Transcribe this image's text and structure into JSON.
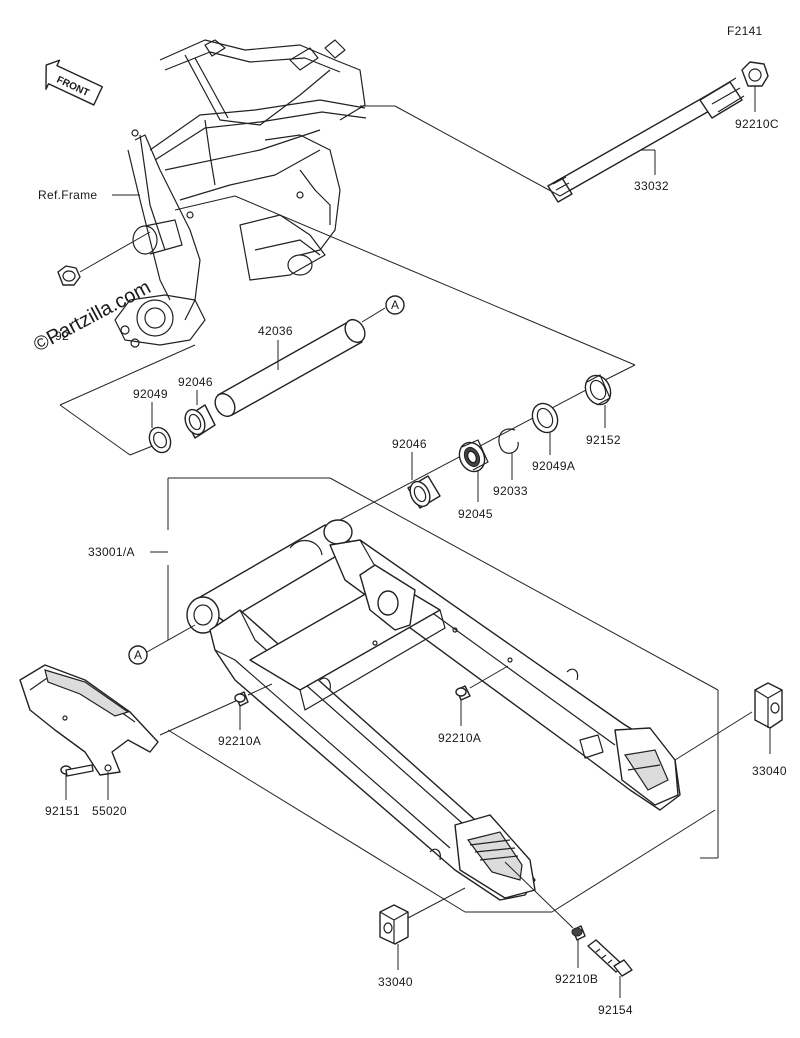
{
  "diagram_id": "F2141",
  "front_label": "FRONT",
  "ref_frame_label": "Ref.Frame",
  "watermark": "©Partzilla.com",
  "callout_a": "A",
  "labels": {
    "p33032": "33032",
    "p92210C": "92210C",
    "p42036": "42036",
    "p92046_left": "92046",
    "p92049": "92049",
    "p92152": "92152",
    "p92049A": "92049A",
    "p92033": "92033",
    "p92045": "92045",
    "p92046_right": "92046",
    "p33001A": "33001/A",
    "p92210A_left": "92210A",
    "p92210A_mid": "92210A",
    "p33040_right": "33040",
    "p92151": "92151",
    "p55020": "55020",
    "p33040_bottom": "33040",
    "p92210B": "92210B",
    "p92154": "92154",
    "p92_frame_nut": "92"
  }
}
